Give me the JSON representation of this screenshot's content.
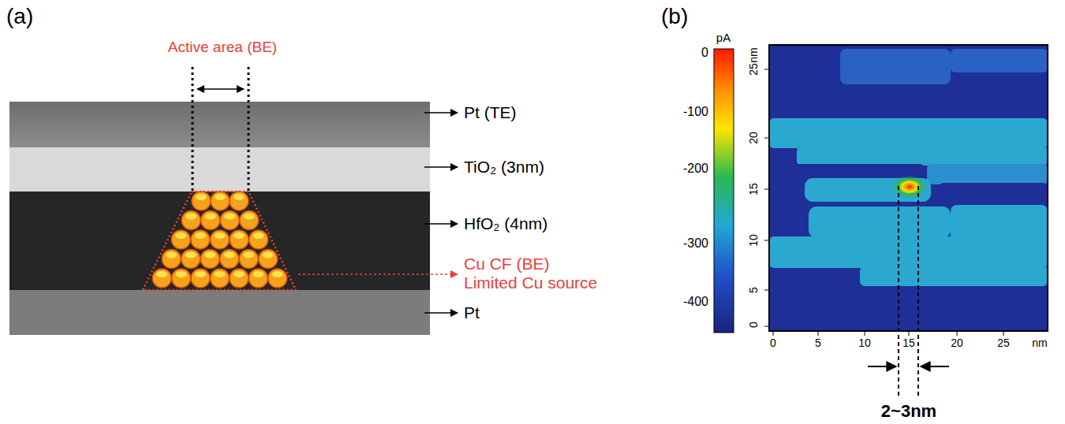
{
  "diagram": {
    "labels": [
      "(a)",
      "Active area (BE)",
      "Pt (TE)",
      "TiO₂ (3nm)",
      "HfO₂ (4nm)",
      "Cu CF (BE)",
      "Limited Cu source",
      "Pt",
      "(b)",
      "pA",
      "0",
      "-100",
      "-200",
      "-300",
      "-400",
      "nm",
      "25",
      "20",
      "15",
      "10",
      "5",
      "0",
      "0",
      "5",
      "10",
      "15",
      "20",
      "25",
      "nm",
      "2~3nm"
    ]
  }
}
